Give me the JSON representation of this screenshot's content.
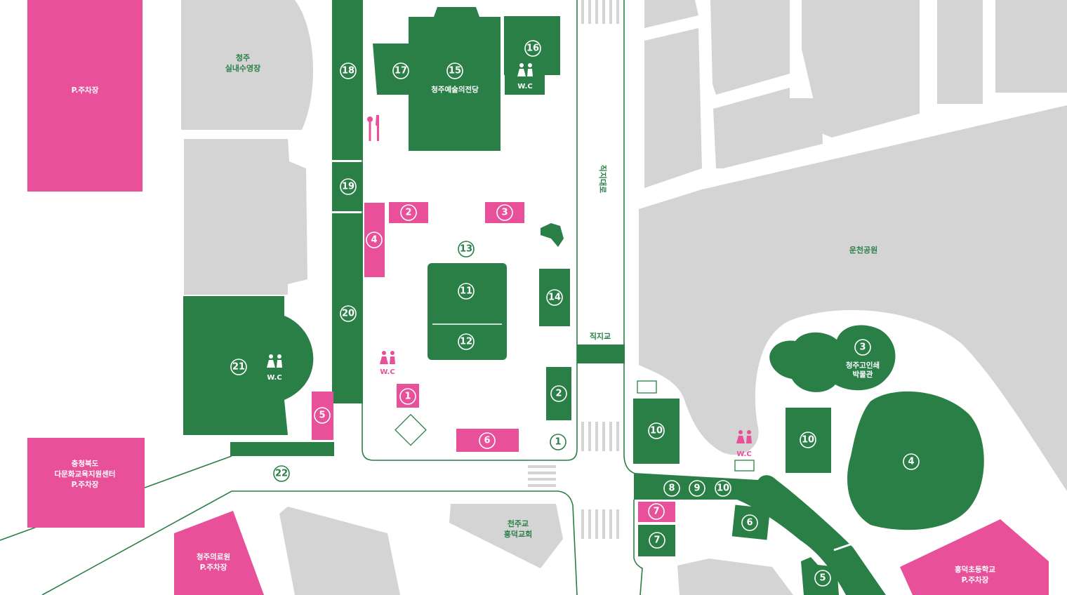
{
  "colors": {
    "green": "#2a7f47",
    "pink": "#e8509a",
    "gray": "#d4d4d4",
    "road_line": "#2a7f47",
    "background": "#ffffff"
  },
  "places": {
    "parking_top_left": "P.주차장",
    "pool_line1": "청주",
    "pool_line2": "실내수영장",
    "arts_center": "청주예술의전당",
    "jikji_road": "직지대로",
    "jikji_bridge": "직지교",
    "uncheon_park": "운천공원",
    "museum_line1": "청주고인쇄",
    "museum_line2": "박물관",
    "multicultural_line1": "충청북도",
    "multicultural_line2": "다문화교육지원센터",
    "multicultural_line3": "P.주차장",
    "medical_line1": "청주의료원",
    "medical_line2": "P.주차장",
    "church_line1": "천주교",
    "church_line2": "흥덕교회",
    "school_line1": "흥덕초등학교",
    "school_line2": "P.주차장"
  },
  "restrooms": {
    "label": "W.C"
  },
  "markers": {
    "n1": "1",
    "n2": "2",
    "n3": "3",
    "n4": "4",
    "n5": "5",
    "n6": "6",
    "n7": "7",
    "n8": "8",
    "n9": "9",
    "n10": "10",
    "n11": "11",
    "n12": "12",
    "n13": "13",
    "n14": "14",
    "n15": "15",
    "n16": "16",
    "n17": "17",
    "n18": "18",
    "n19": "19",
    "n20": "20",
    "n21": "21",
    "n22": "22"
  },
  "icons": {
    "restroom": "restroom-icon",
    "restaurant": "fork-knife-icon"
  }
}
